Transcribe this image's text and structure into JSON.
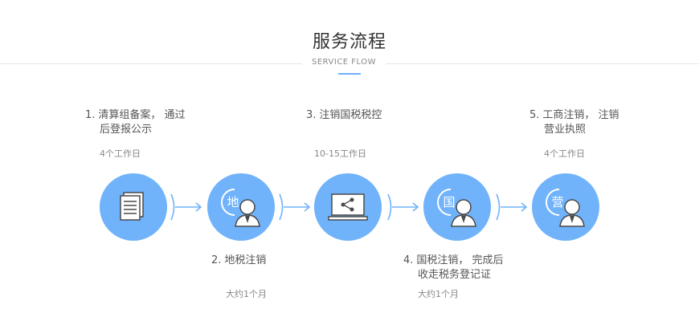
{
  "header": {
    "title": "服务流程",
    "subtitle": "SERVICE FLOW"
  },
  "steps": [
    {
      "num": "1.",
      "line1": "清算组备案，  通过",
      "line2": "后登报公示",
      "duration": "4个工作日",
      "icon": "document-icon"
    },
    {
      "num": "2.",
      "line1": "地税注销",
      "line2": "",
      "duration": "大约1个月",
      "icon": "local-tax-officer-icon",
      "badge": "地"
    },
    {
      "num": "3.",
      "line1": "注销国税税控",
      "line2": "",
      "duration": "10-15工作日",
      "icon": "monitor-share-icon"
    },
    {
      "num": "4.",
      "line1": "国税注销，  完成后",
      "line2": "收走税务登记证",
      "duration": "大约1个月",
      "icon": "national-tax-officer-icon",
      "badge": "国"
    },
    {
      "num": "5.",
      "line1": "工商注销，  注销",
      "line2": "营业执照",
      "duration": "4个工作日",
      "icon": "business-officer-icon",
      "badge": "营"
    }
  ],
  "colors": {
    "accent": "#70b3fb",
    "rule": "#e3e6ea",
    "text": "#555555",
    "muted": "#888888"
  }
}
